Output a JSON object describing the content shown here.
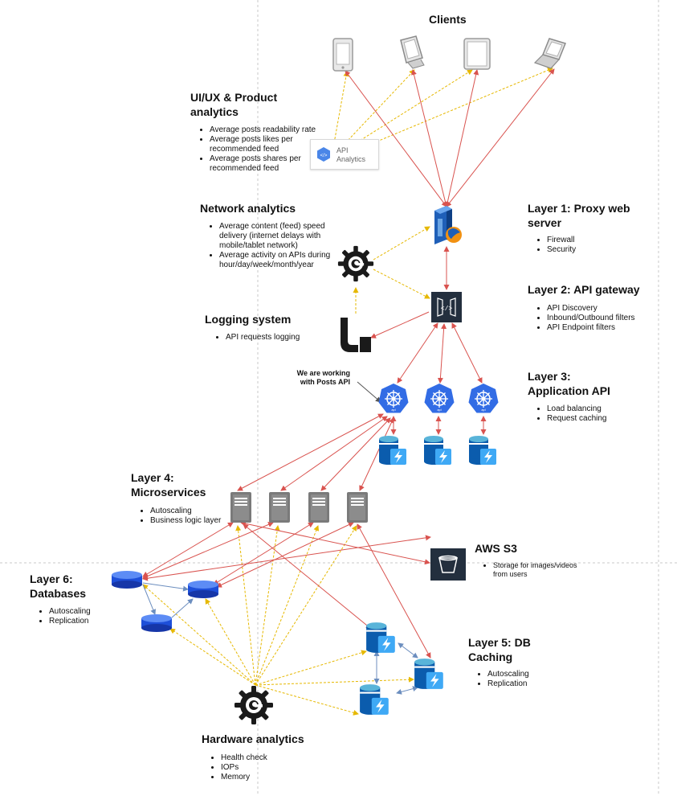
{
  "clients": {
    "title": "Clients"
  },
  "uiux": {
    "title_line1": "UI/UX & Product",
    "title_line2": "analytics",
    "items": [
      "Average posts readability rate",
      "Average posts likes per recommended feed",
      "Average posts shares per recommended feed"
    ]
  },
  "api_analytics": {
    "line1": "API",
    "line2": "Analytics"
  },
  "network": {
    "title": "Network analytics",
    "items": [
      "Average content (feed) speed delivery (internet delays with mobile/tablet network)",
      "Average activity on APIs during hour/day/week/month/year"
    ]
  },
  "logging": {
    "title": "Logging system",
    "items": [
      "API requests logging"
    ]
  },
  "layer1": {
    "title_line1": "Layer 1: Proxy web",
    "title_line2": "server",
    "items": [
      "Firewall",
      "Security"
    ]
  },
  "layer2": {
    "title": "Layer 2: API gateway",
    "items": [
      "API Discovery",
      "Inbound/Outbound filters",
      "API Endpoint filters"
    ]
  },
  "layer3": {
    "title_line1": "Layer 3:",
    "title_line2": "Application API",
    "items": [
      "Load balancing",
      "Request caching"
    ]
  },
  "posts_note": {
    "line1": "We are working",
    "line2": "with Posts API"
  },
  "layer4": {
    "title_line1": "Layer 4:",
    "title_line2": "Microservices",
    "items": [
      "Autoscaling",
      "Business logic layer"
    ]
  },
  "aws": {
    "title": "AWS S3",
    "items": [
      "Storage for images/videos from users"
    ]
  },
  "layer6": {
    "title_line1": "Layer 6:",
    "title_line2": "Databases",
    "items": [
      "Autoscaling",
      "Replication"
    ]
  },
  "layer5": {
    "title_line1": "Layer 5: DB",
    "title_line2": "Caching",
    "items": [
      "Autoscaling",
      "Replication"
    ]
  },
  "hardware": {
    "title": "Hardware analytics",
    "items": [
      "Health check",
      "IOPs",
      "Memory"
    ]
  },
  "colors": {
    "request_arrow": "#d9534f",
    "analytics_arrow": "#e6b800",
    "replication_arrow": "#6c8ebf",
    "dark_icon": "#232f3e",
    "k8s_blue": "#326ce5",
    "db_blue": "#1e6fd9"
  }
}
